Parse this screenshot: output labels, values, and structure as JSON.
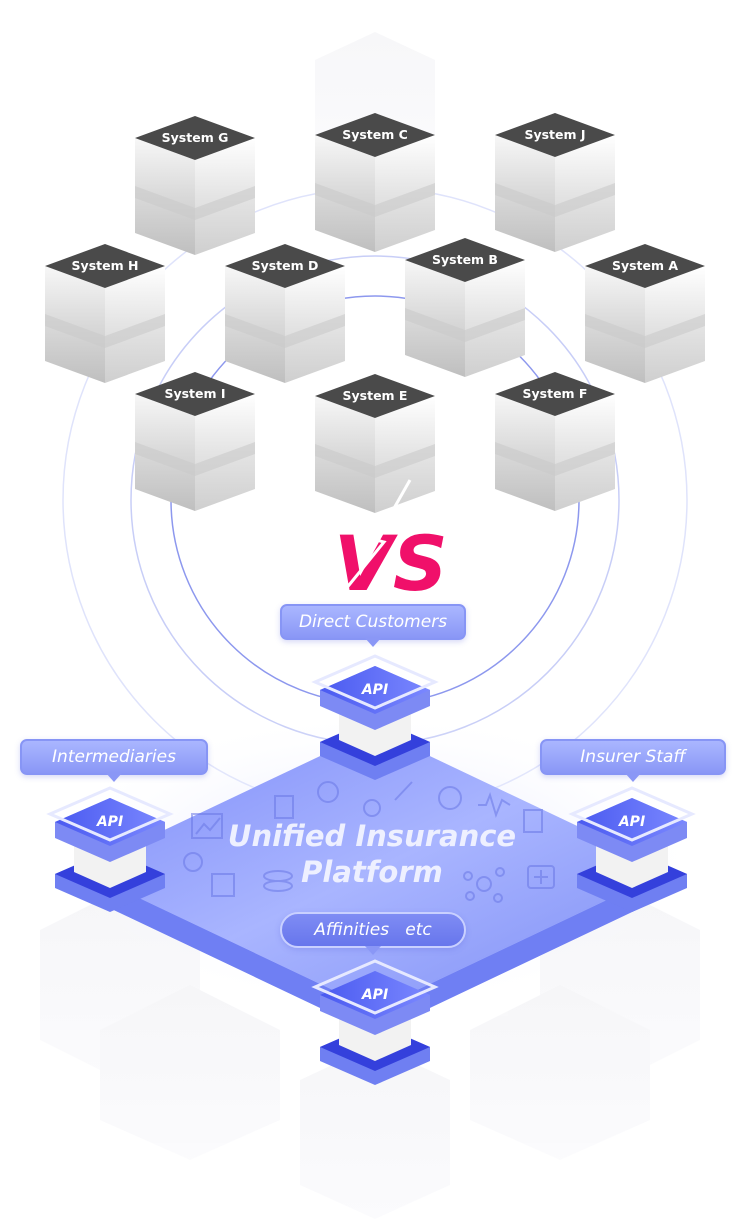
{
  "systems": [
    {
      "label": "System G"
    },
    {
      "label": "System C"
    },
    {
      "label": "System J"
    },
    {
      "label": "System H"
    },
    {
      "label": "System D"
    },
    {
      "label": "System B"
    },
    {
      "label": "System A"
    },
    {
      "label": "System I"
    },
    {
      "label": "System E"
    },
    {
      "label": "System F"
    }
  ],
  "vs": {
    "label": "VS"
  },
  "callouts": {
    "direct_customers": "Direct Customers",
    "intermediaries": "Intermediaries",
    "insurer_staff": "Insurer Staff",
    "affinities": "Affinities   etc"
  },
  "api_label": "API",
  "platform": {
    "title_line1": "Unified Insurance",
    "title_line2": "Platform"
  },
  "colors": {
    "accent": "#5a68f0",
    "vs": "#f0106a",
    "cube_top": "#4a4a4a"
  }
}
